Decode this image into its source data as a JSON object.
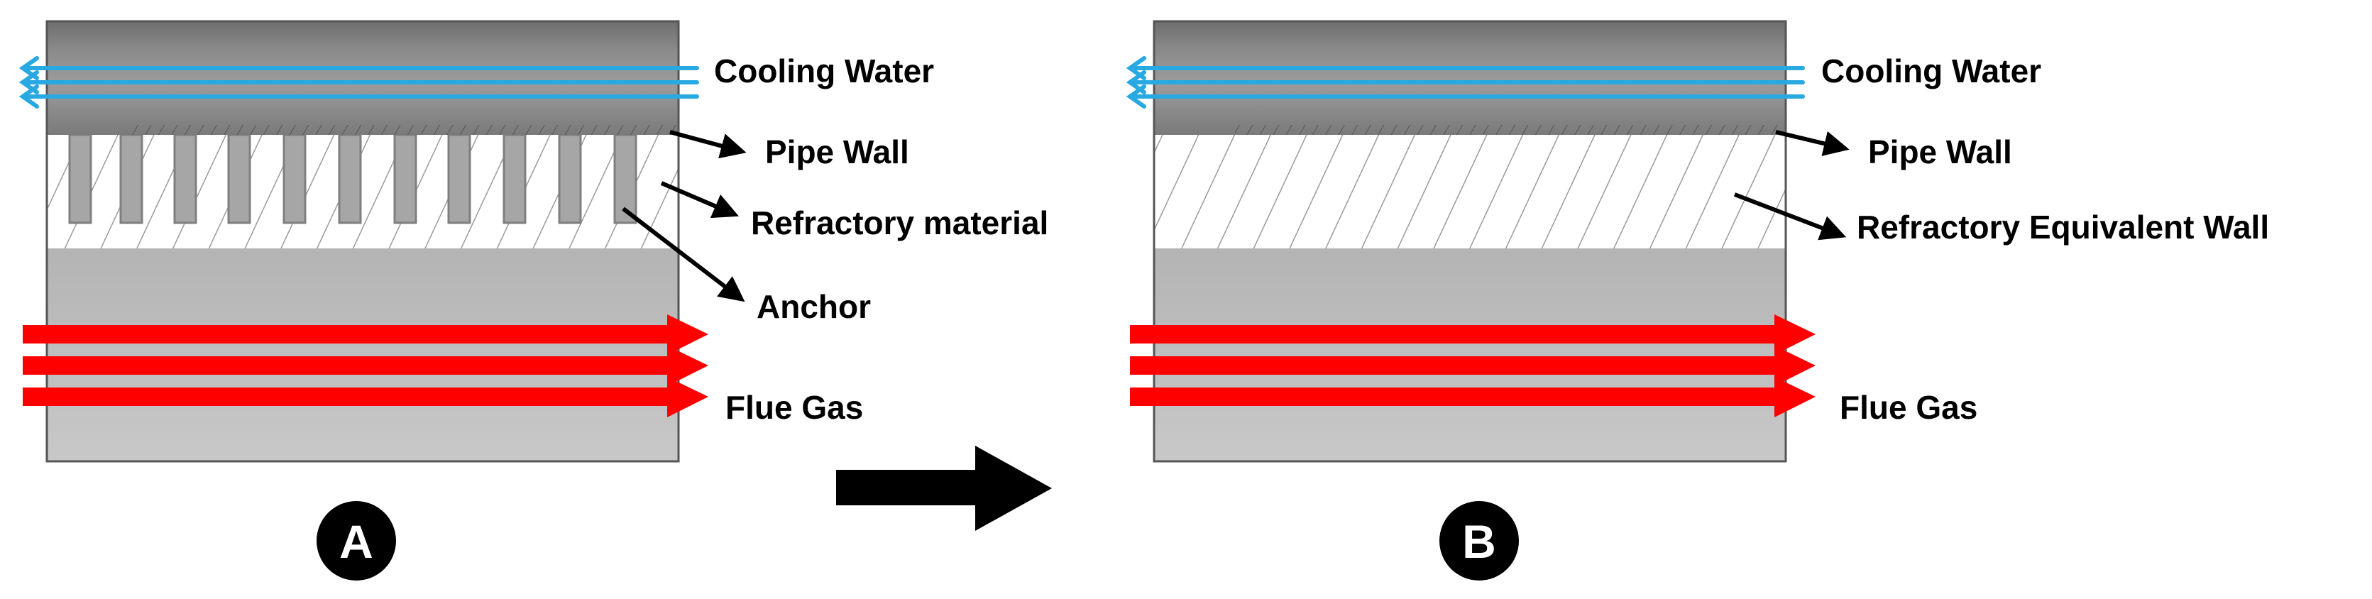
{
  "panels": {
    "a": {
      "badge": "A",
      "labels": {
        "cooling_water": "Cooling Water",
        "pipe_wall": "Pipe Wall",
        "refractory": "Refractory material",
        "anchor": "Anchor",
        "flue_gas": "Flue Gas"
      }
    },
    "b": {
      "badge": "B",
      "labels": {
        "cooling_water": "Cooling Water",
        "pipe_wall": "Pipe Wall",
        "refractory": "Refractory Equivalent Wall",
        "flue_gas": "Flue Gas"
      }
    }
  },
  "colors": {
    "cooling_water_arrows": "#29a9e1",
    "flue_gas_arrows": "#ff0000",
    "pipe_wall": "#8c8c8c",
    "flue_gas_zone": "#bfbfbf",
    "anchor": "#a6a6a6"
  }
}
